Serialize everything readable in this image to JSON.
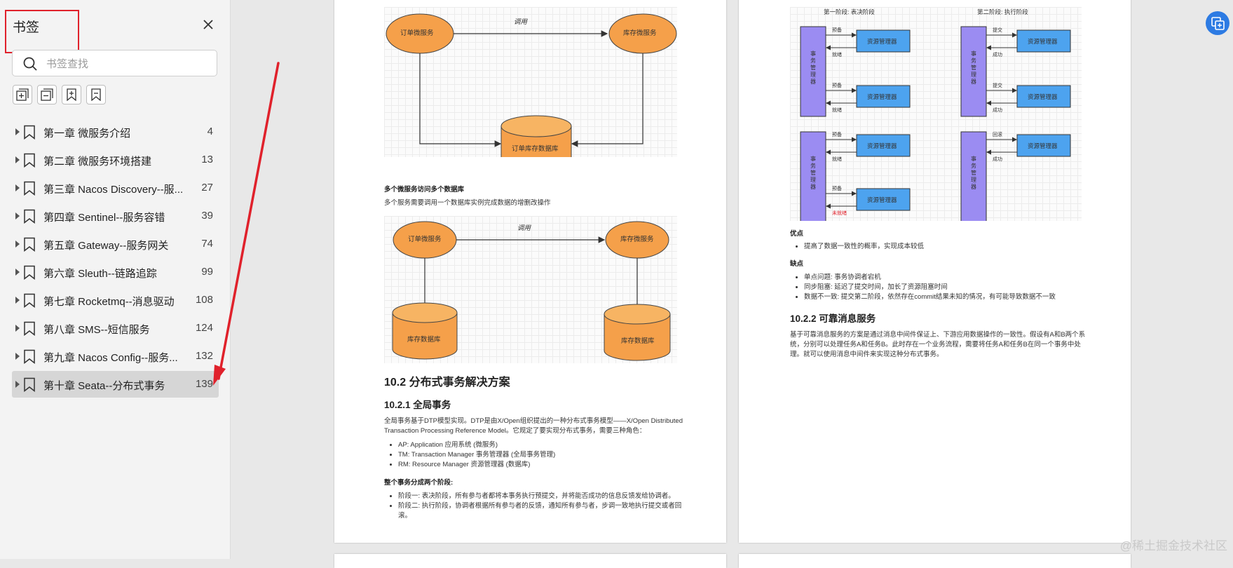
{
  "sidebar": {
    "title": "书签",
    "search_placeholder": "书签查找",
    "items": [
      {
        "label": "第一章 微服务介绍",
        "page": "4"
      },
      {
        "label": "第二章 微服务环境搭建",
        "page": "13"
      },
      {
        "label": "第三章 Nacos Discovery--服...",
        "page": "27"
      },
      {
        "label": "第四章 Sentinel--服务容错",
        "page": "39"
      },
      {
        "label": "第五章 Gateway--服务网关",
        "page": "74"
      },
      {
        "label": "第六章 Sleuth--链路追踪",
        "page": "99"
      },
      {
        "label": "第七章 Rocketmq--消息驱动",
        "page": "108"
      },
      {
        "label": "第八章 SMS--短信服务",
        "page": "124"
      },
      {
        "label": "第九章 Nacos Config--服务...",
        "page": "132"
      },
      {
        "label": "第十章 Seata--分布式事务",
        "page": "139"
      }
    ]
  },
  "left_page": {
    "diagram1": {
      "node_a": "订单微服务",
      "node_b": "库存微服务",
      "edge": "调用",
      "db": "订单库存数据库"
    },
    "section_title": "多个微服务访问多个数据库",
    "section_desc": "多个服务需要调用一个数据库实例完成数据的增删改操作",
    "diagram2": {
      "node_a": "订单微服务",
      "node_b": "库存微服务",
      "edge": "调用",
      "db_a": "库存数据库",
      "db_b": "库存数据库"
    },
    "h2": "10.2 分布式事务解决方案",
    "h3": "10.2.1 全局事务",
    "para1": "全局事务基于DTP模型实现。DTP是由X/Open组织提出的一种分布式事务模型——X/Open Distributed",
    "para2": "Transaction Processing Reference Model。它规定了要实现分布式事务，需要三种角色：",
    "bullets": [
      "AP: Application 应用系统 (微服务)",
      "TM: Transaction Manager 事务管理器 (全局事务管理)",
      "RM: Resource Manager 资源管理器 (数据库)"
    ],
    "phases_title": "整个事务分成两个阶段:",
    "phase1": "阶段一: 表决阶段，所有参与者都将本事务执行预提交，并将能否成功的信息反馈发给协调者。",
    "phase2a": "阶段二: 执行阶段，协调者根据所有参与者的反馈，通知所有参与者，步调一致地执行提交或者回",
    "phase2b": "滚。"
  },
  "right_page": {
    "phase1_label": "第一阶段: 表决阶段",
    "phase2_label": "第二阶段: 执行阶段",
    "tm_label": "事务管理器",
    "rm_label": "资源管理器",
    "prepare": "预备",
    "ready": "就绪",
    "commit": "提交",
    "success": "成功",
    "rollback": "回滚",
    "not_ready": "未就绪",
    "pros_title": "优点",
    "pros": [
      "提高了数据一致性的概率，实现成本较低"
    ],
    "cons_title": "缺点",
    "cons": [
      "单点问题: 事务协调者宕机",
      "同步阻塞: 延迟了提交时间，加长了资源阻塞时间",
      "数据不一致: 提交第二阶段，依然存在commit结果未知的情况，有可能导致数据不一致"
    ],
    "h3": "10.2.2 可靠消息服务",
    "para1": "基于可靠消息服务的方案是通过消息中间件保证上、下游应用数据操作的一致性。假设有A和B两个系",
    "para2": "统，分别可以处理任务A和任务B。此时存在一个业务流程，需要将任务A和任务B在同一个事务中处",
    "para3": "理。就可以使用消息中间件来实现这种分布式事务。"
  },
  "watermark": "@稀土掘金技术社区",
  "colors": {
    "accent": "#2d7be3",
    "highlight_red": "#e0212b",
    "node_orange": "#f5a04a",
    "rm_blue": "#4da3ef",
    "tm_purple": "#9b8cf2"
  }
}
